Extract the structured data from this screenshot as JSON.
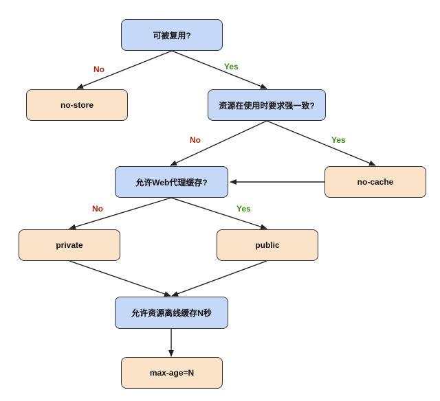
{
  "nodes": {
    "reusable": "可被复用?",
    "no_store": "no-store",
    "revalidate": "资源在使用时要求强一致?",
    "no_cache": "no-cache",
    "proxy_cache": "允许Web代理缓存?",
    "private": "private",
    "public": "public",
    "offline_cache": "允许资源离线缓存N秒",
    "max_age": "max-age=N"
  },
  "edge_labels": {
    "reusable_no": "No",
    "reusable_yes": "Yes",
    "revalidate_no": "No",
    "revalidate_yes": "Yes",
    "proxy_no": "No",
    "proxy_yes": "Yes"
  },
  "colors": {
    "question_fill": "#c6d8f8",
    "answer_fill": "#fbe3c9",
    "no_label": "#a52a0c",
    "yes_label": "#3a8a16",
    "stroke": "#333333"
  }
}
